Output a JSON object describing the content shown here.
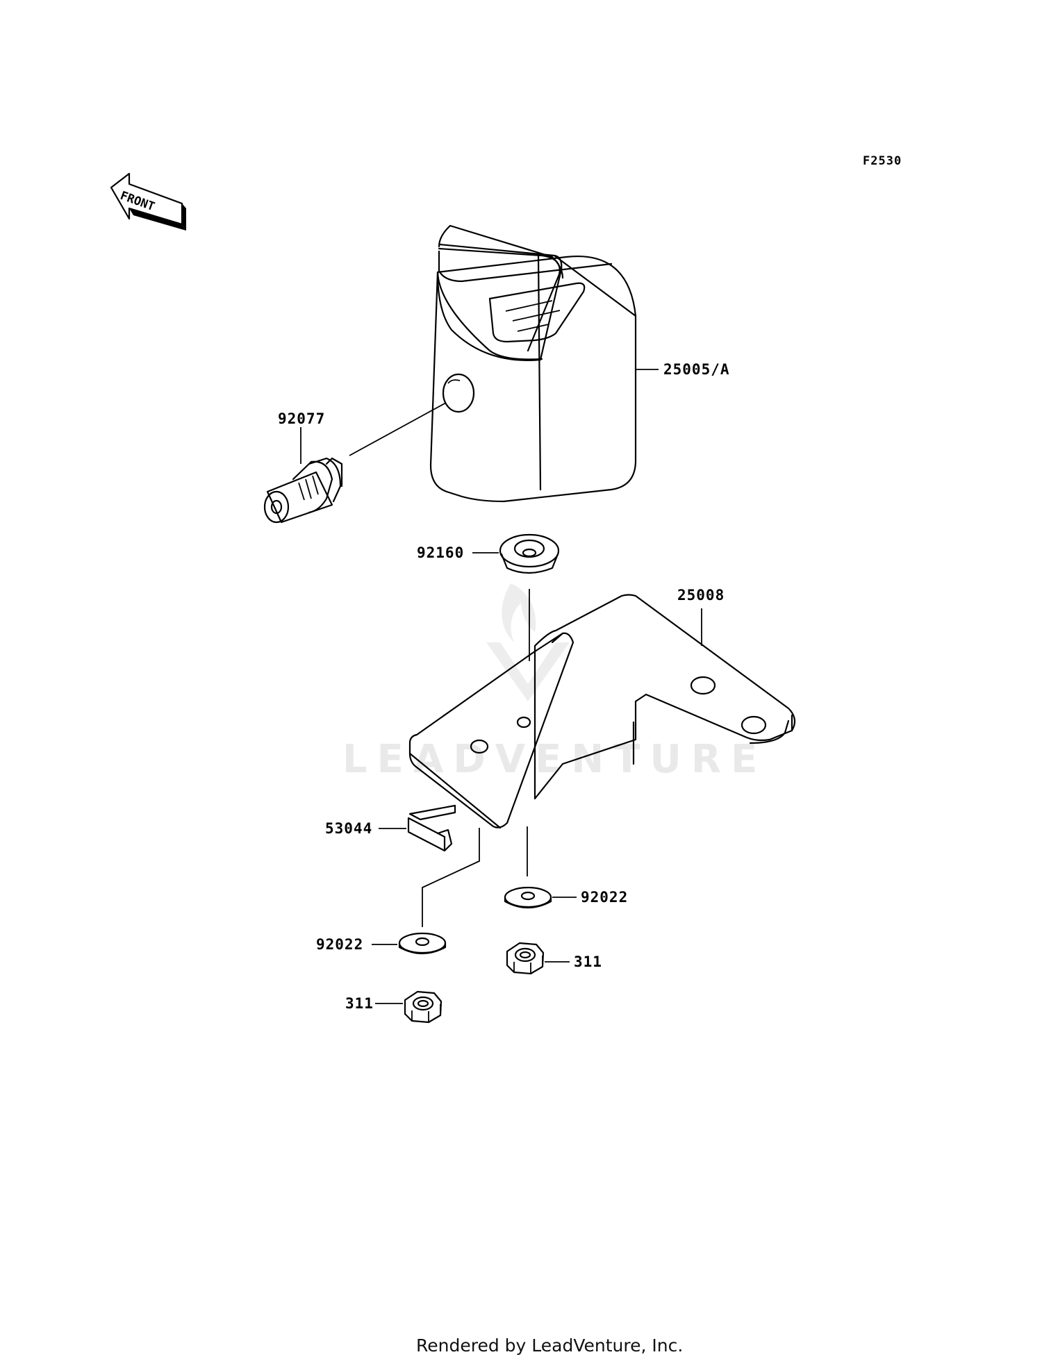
{
  "figure_code": "F2530",
  "front_arrow": {
    "label": "FRONT"
  },
  "watermark": {
    "text": "LEADVENTURE"
  },
  "parts": {
    "cover": "25005/A",
    "knob": "92077",
    "grommet": "92160",
    "bracket": "25008",
    "clip": "53044",
    "washer_right": "92022",
    "washer_left": "92022",
    "nut_right": "311",
    "nut_left": "311"
  },
  "footer": {
    "text": "Rendered by LeadVenture, Inc."
  }
}
